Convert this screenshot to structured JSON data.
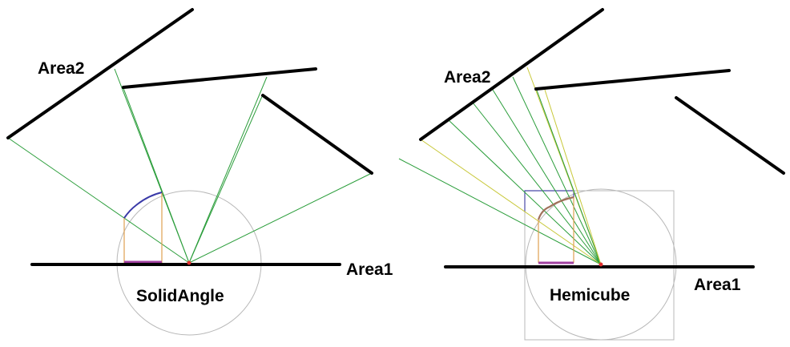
{
  "panels": [
    {
      "id": "solid-angle",
      "caption": "SolidAngle",
      "area1_label": "Area1",
      "area2_label": "Area2"
    },
    {
      "id": "hemicube",
      "caption": "Hemicube",
      "area1_label": "Area1",
      "area2_label": "Area2"
    }
  ],
  "colors": {
    "surface": "#000000",
    "green_ray": "#2a9d3a",
    "yellow_ray": "#c8c83a",
    "circle": "#b0b0b0",
    "hemicube_box": "#b0b0b0",
    "hemicube_face_blue": "#4a4aa8",
    "projection_blue": "#3a3aa8",
    "projection_brown": "#a0705a",
    "projection_base": "#a040a0",
    "orange_guide": "#e0a050",
    "origin_point": "#e03030"
  }
}
